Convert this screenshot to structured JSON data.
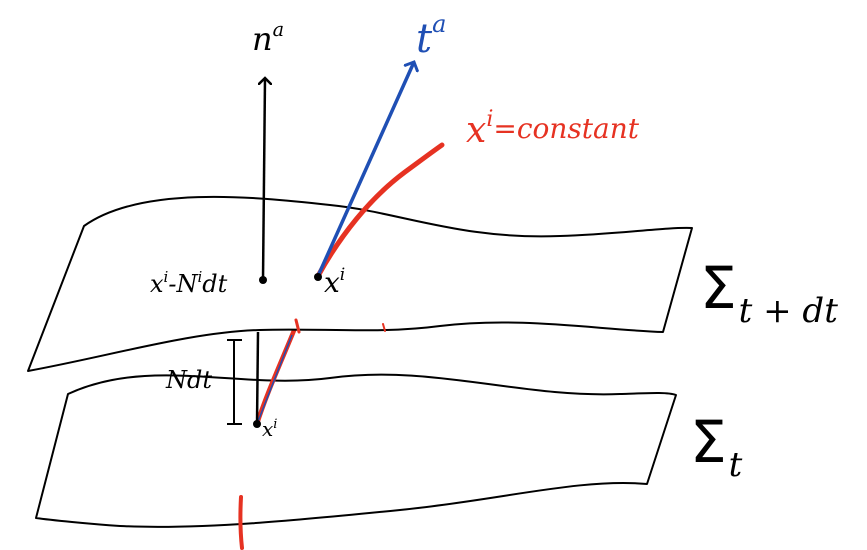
{
  "labels": {
    "normal_vector": "n",
    "normal_vector_index": "a",
    "time_vector": "t",
    "time_vector_index": "a",
    "curve_label_x": "x",
    "curve_label_index": "i",
    "curve_label_rest": "=constant",
    "shifted_point_base": "x",
    "shifted_point_index1": "i",
    "shifted_point_mid": "-N",
    "shifted_point_index2": "i",
    "shifted_point_tail": "dt",
    "upper_point": "x",
    "upper_point_index": "i",
    "lower_point": "x",
    "lower_point_index": "i",
    "lapse_label": "Ndt",
    "upper_sheet_sigma": "Σ",
    "upper_sheet_subscript": "t + dt",
    "lower_sheet_sigma": "Σ",
    "lower_sheet_subscript": "t"
  },
  "colors": {
    "ink": "#000000",
    "time_vector": "#1f4fb4",
    "worldline": "#e63222"
  }
}
